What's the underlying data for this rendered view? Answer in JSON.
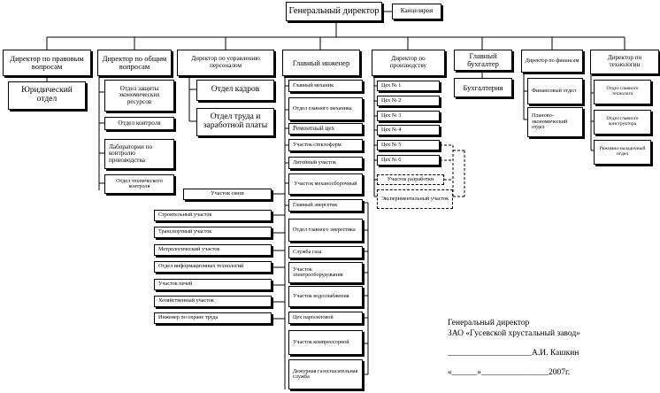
{
  "top": {
    "general_director": "Генеральный директор",
    "chancellery": "Канцелярия"
  },
  "directors": {
    "legal": "Директор по правовым вопросам",
    "general_issues": "Директор по общим вопросам",
    "personnel": "Директор по управлению персоналом",
    "chief_engineer": "Главный инженер",
    "production": "Директор по производству",
    "chief_accountant": "Главный бухгалтер",
    "finance": "Директор по финансам",
    "technology": "Директор по технологии"
  },
  "legal_units": {
    "legal_dept": "Юридический отдел"
  },
  "general_units": {
    "econ_protection": "Отдел защиты экономических ресурсов",
    "control": "Отдел контроля",
    "labs": "Лаборатории по контролю производства",
    "tech_control": "Отдел технического контроля"
  },
  "personnel_units": {
    "hr": "Отдел кадров",
    "labor_wages": "Отдел труда и заработной платы"
  },
  "engineer_units": {
    "chief_mechanic": "Главный механик",
    "chief_mechanic_dept": "Отдел главного механика",
    "repair_shop": "Ремонтный цех",
    "glass_forms": "Участок стеклоформ",
    "foundry": "Литейный участок",
    "mech_assembly": "Участок механосборочный",
    "chief_power_engineer": "Главный энергетик",
    "chief_power_dept": "Отдел главного энергетика",
    "gas_service": "Служба газа",
    "electrical_equipment": "Участок электрооборудования",
    "water_supply": "Участок водоснабжения",
    "steam_shop": "Цех паросиловой",
    "compressor": "Участок компрессорной",
    "rescue_gas": "Дежурная газоспасательная служба"
  },
  "left_column": {
    "communications": "Участок связи",
    "construction": "Строительный участок",
    "transport": "Транспортный участок",
    "metrology": "Метрологический участок",
    "it_dept": "Отдел информационных технологий",
    "furnaces": "Участок печей",
    "household": "Хозяйственный участок",
    "safety_engineer": "Инженер по охране труда"
  },
  "production_units": {
    "shop1": "Цех № 1",
    "shop2": "Цех № 2",
    "shop3": "Цех № 3",
    "shop4": "Цех № 4",
    "shop5": "Цех № 5",
    "shop6": "Цех № 6",
    "development": "Участок разработки",
    "experimental": "Экспериментальный участок"
  },
  "accounting_units": {
    "accounting": "Бухгалтерия"
  },
  "finance_units": {
    "financial_dept": "Финансовый отдел",
    "planning_econ": "Планово-экономический отдел"
  },
  "technology_units": {
    "chief_technologist": "Отдел главного технолога",
    "chief_designer": "Отдел главного конструктора",
    "mode_adjust": "Режимно-наладочный отдел"
  },
  "signature": {
    "line1": "Генеральный директор",
    "line2": "ЗАО «Гусевской хрустальный завод»",
    "line3": "____________________А.И. Кашкин",
    "line4": "«______»________________2007г."
  }
}
